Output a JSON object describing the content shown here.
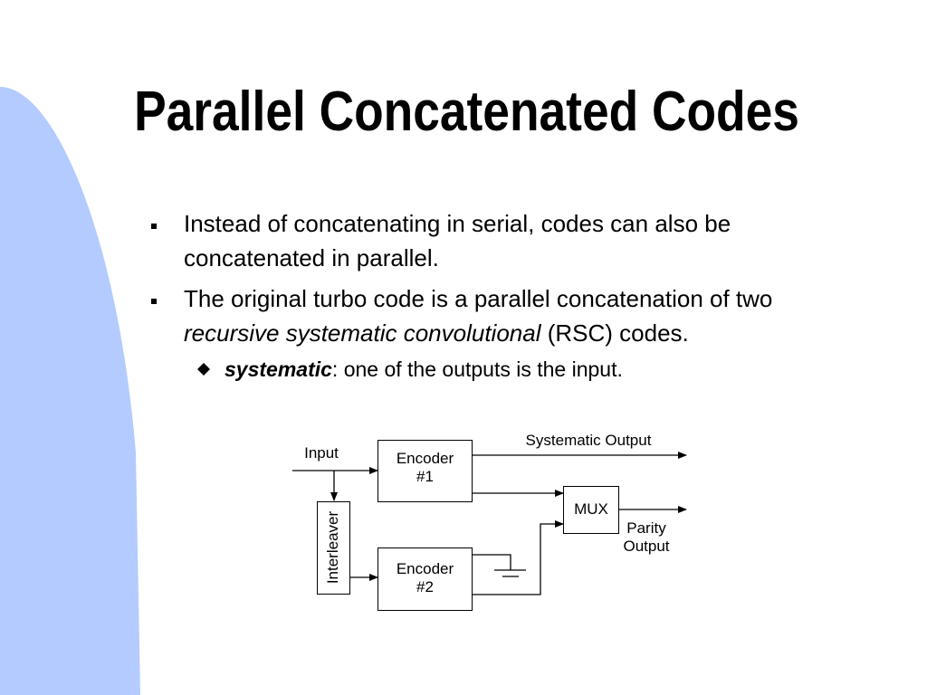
{
  "slide": {
    "title": "Parallel Concatenated Codes",
    "bullets": [
      {
        "line1": "Instead of concatenating in serial, codes can also be",
        "line2": "concatenated in parallel."
      },
      {
        "line1": "The original turbo code is a parallel concatenation of two",
        "line2_italic": "recursive systematic convolutional",
        "line2_rest": " (RSC) codes."
      }
    ],
    "sub_bullet": {
      "bold_italic": "systematic",
      "rest": ": one of the outputs is the input."
    }
  },
  "diagram": {
    "input_label": "Input",
    "encoder1_line1": "Encoder",
    "encoder1_line2": "#1",
    "encoder2_line1": "Encoder",
    "encoder2_line2": "#2",
    "interleaver_label": "Interleaver",
    "mux_label": "MUX",
    "systematic_output_label": "Systematic Output",
    "parity_output_line1": "Parity",
    "parity_output_line2": "Output"
  },
  "colors": {
    "decor_shape": "#b3cbff",
    "text": "#000000"
  }
}
